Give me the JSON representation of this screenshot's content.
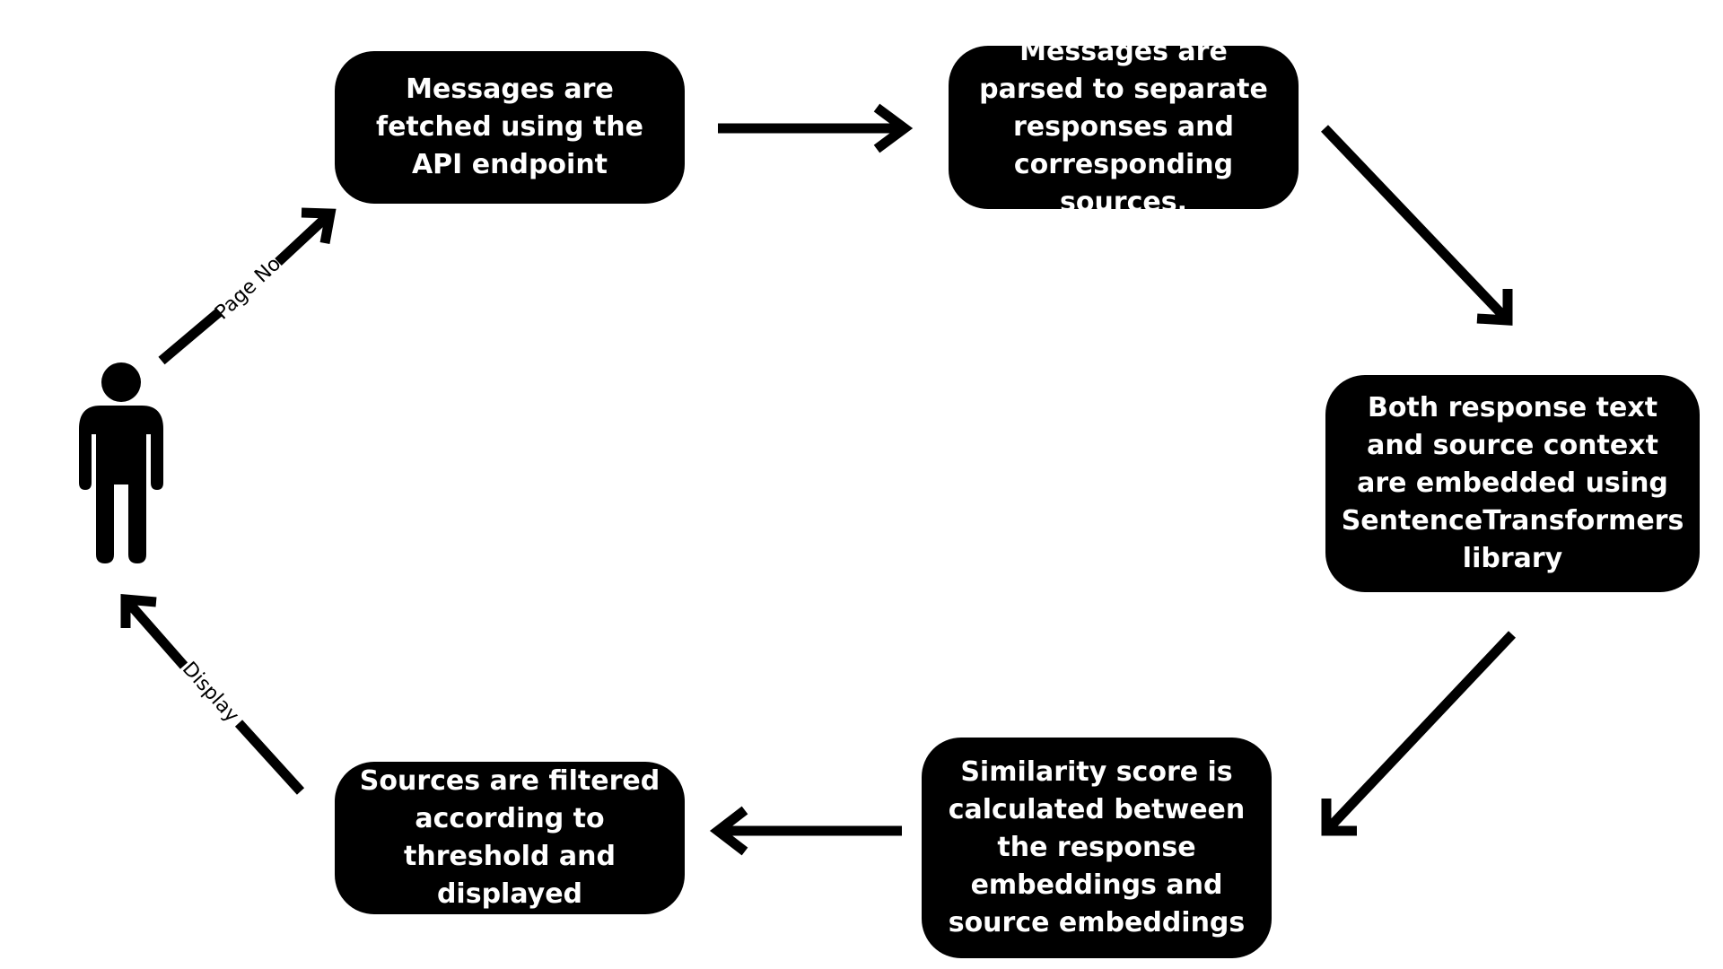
{
  "nodes": [
    {
      "id": "fetch",
      "text": "Messages are fetched using the API endpoint"
    },
    {
      "id": "parse",
      "text": "Messages are parsed to separate responses and corresponding sources."
    },
    {
      "id": "embed",
      "text": "Both response text and source context are embedded using SentenceTransformers library"
    },
    {
      "id": "similarity",
      "text": "Similarity score is calculated between the response embeddings and source embeddings"
    },
    {
      "id": "filter",
      "text": "Sources are filtered according to threshold and displayed"
    }
  ],
  "edges": [
    {
      "from": "user",
      "to": "fetch",
      "label": "Page No"
    },
    {
      "from": "fetch",
      "to": "parse",
      "label": ""
    },
    {
      "from": "parse",
      "to": "embed",
      "label": ""
    },
    {
      "from": "embed",
      "to": "similarity",
      "label": ""
    },
    {
      "from": "similarity",
      "to": "filter",
      "label": ""
    },
    {
      "from": "filter",
      "to": "user",
      "label": "Display"
    }
  ],
  "actor": {
    "icon": "person-icon"
  },
  "colors": {
    "node_fill": "#000000",
    "node_text": "#ffffff",
    "arrow": "#000000",
    "background": "#ffffff"
  }
}
